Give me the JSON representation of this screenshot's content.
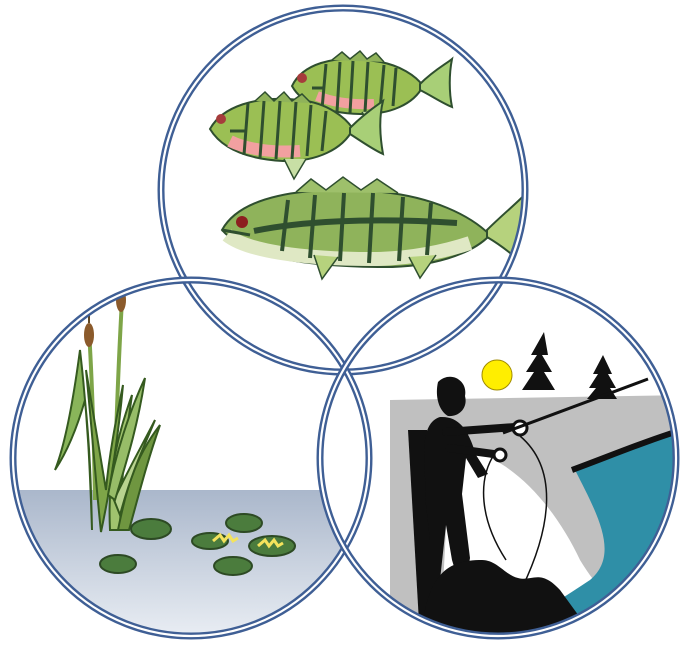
{
  "figure": {
    "panels": [
      {
        "id": "fish",
        "icon": "fish-school-icon"
      },
      {
        "id": "habitat",
        "icon": "aquatic-plants-icon"
      },
      {
        "id": "angler",
        "icon": "fisherman-icon"
      }
    ],
    "colors": {
      "ring": "#3f5f95",
      "ring_inner": "#ffffff",
      "water_top": "#aab7cb",
      "water_bottom": "#eef2f7",
      "plant_green": "#7ea548",
      "plant_dark": "#355a1f",
      "lily_pad": "#4b7c3d",
      "flower": "#f4e35c",
      "sun": "#ffee00",
      "land": "#c0c0c0",
      "lake": "#2f8fa7",
      "silhouette": "#111111",
      "fish_green": "#9bbf54",
      "fish_dark": "#2f4f2f",
      "fish_belly": "#f2a0a0",
      "bass_belly": "#dfe8c4"
    }
  }
}
